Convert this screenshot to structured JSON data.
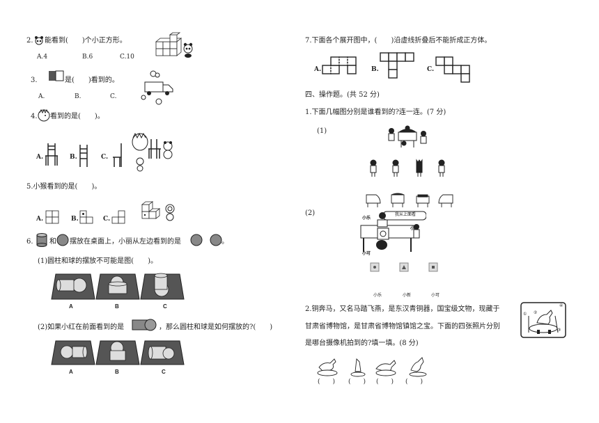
{
  "q2": {
    "num": "2.",
    "text": "能看到(　　)个小正方形。",
    "options": [
      "A.4",
      "B.6",
      "C.10"
    ]
  },
  "q3": {
    "num": "3.",
    "text": "是(　　)看到的。",
    "options": [
      "A.",
      "B.",
      "C."
    ]
  },
  "q4": {
    "num": "4.",
    "text": "看到的是(　　)。",
    "options": [
      "A.",
      "B.",
      "C."
    ]
  },
  "q5": {
    "num": "5.",
    "text": "小猴看到的是(　　)。",
    "options": [
      "A.",
      "B.",
      "C."
    ]
  },
  "q6": {
    "num": "6.",
    "and": "和",
    "text": "摆放在桌面上，小丽从左边看到的是",
    "period": "。",
    "sub1": "(1)圆柱和球的摆放不可能是图(　　)。",
    "sub1_labels": [
      "A",
      "B",
      "C"
    ],
    "sub2a": "(2)如果小红在前面看到的是",
    "sub2b": "，那么圆柱和球是如何摆放的?(　　)",
    "sub2_labels": [
      "A",
      "B",
      "C"
    ]
  },
  "q7": {
    "text": "7.下面各个展开图中，(　　)沿虚线折叠后不能折成正方体。",
    "options": [
      "A.",
      "B.",
      "C."
    ]
  },
  "section4": {
    "title": "四、操作题。(共 52 分)"
  },
  "p1": {
    "text": "1.下面几幅图分别是谁看到的?连一连。(7 分)",
    "part1": "(1)",
    "part2": "(2)",
    "bubble": "我从上面看",
    "name_left": "小乐",
    "name_right": "小新",
    "name_bottom": "小可",
    "bottom_names": [
      "小乐",
      "小新",
      "小可"
    ]
  },
  "p2": {
    "line1": "2.铜奔马，又名马踏飞燕，是东汉青铜器，国宝级文物，现藏于",
    "line2": "甘肃省博物馆，是甘肃省博物馆镇馆之宝。下面的四张照片分别",
    "line3": "是哪台摄像机拍到的?填一填。(8 分)",
    "blanks": [
      "(　　)",
      "(　　)",
      "(　　)",
      "(　　)"
    ],
    "cams": [
      "①",
      "②",
      "③",
      "④"
    ]
  }
}
